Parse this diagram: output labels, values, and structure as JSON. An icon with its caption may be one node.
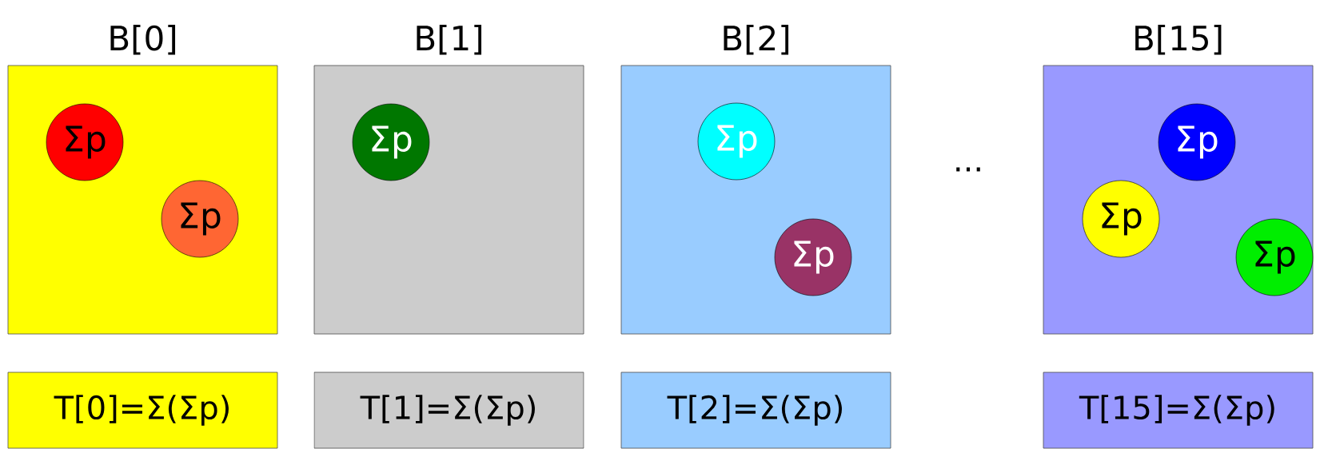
{
  "diagram": {
    "nodes": [
      {
        "text": [
          "B[0]"
        ]
      },
      {
        "text": [
          "Σp"
        ],
        "in": 0
      },
      {
        "text": [
          "Σp"
        ],
        "in": 0
      },
      {
        "text": [
          "B[1]"
        ]
      },
      {
        "text": [
          "Σp"
        ],
        "in": 3
      },
      {
        "text": [
          "B[2]"
        ]
      },
      {
        "text": [
          "Σp"
        ],
        "in": 5
      },
      {
        "text": [
          "Σp"
        ],
        "in": 5
      },
      {
        "text": [
          "B[15]"
        ]
      },
      {
        "text": [
          "Σp"
        ],
        "in": 8
      },
      {
        "text": [
          "Σp"
        ],
        "in": 8
      },
      {
        "text": [
          "Σp"
        ],
        "in": 8
      },
      {
        "text": [
          "T[0]=Σ(Σp)"
        ]
      },
      {
        "text": [
          "T[1]=Σ(Σp)"
        ]
      },
      {
        "text": [
          "T[2]=Σ(Σp)"
        ]
      },
      {
        "text": [
          "T[15]=Σ(Σp)"
        ]
      }
    ],
    "labels": [
      "..."
    ]
  }
}
